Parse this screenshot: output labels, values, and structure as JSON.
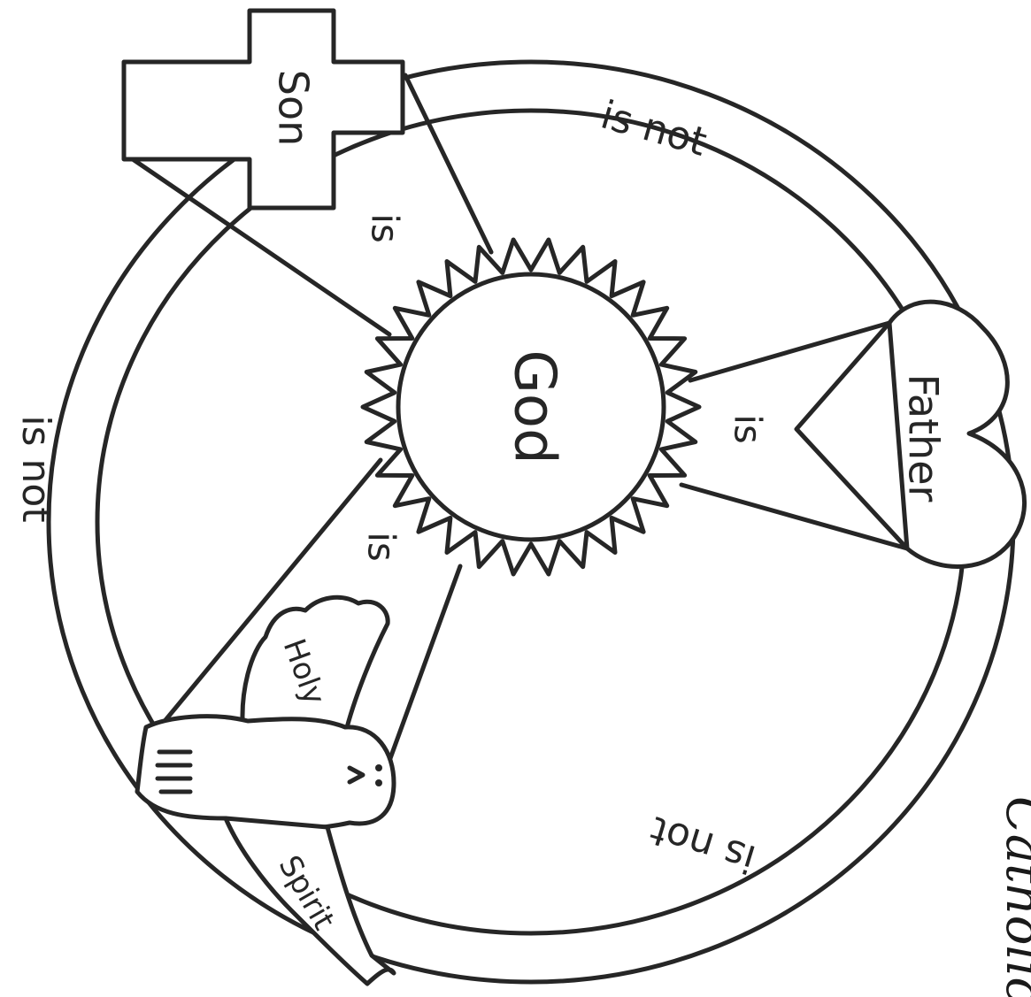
{
  "center": {
    "label": "God"
  },
  "persons": {
    "father": {
      "label": "Father"
    },
    "son": {
      "label": "Son"
    },
    "spirit": {
      "label_1": "Holy",
      "label_2": "Spirit"
    }
  },
  "relations": {
    "is": "is",
    "is_not": "is not"
  },
  "footer": {
    "text": "Catholic"
  },
  "colors": {
    "ink": "#262626",
    "paper": "#ffffff"
  },
  "icons": {
    "center": "sun-icon",
    "father": "heart-icon",
    "son": "cross-icon",
    "spirit": "dove-icon"
  }
}
